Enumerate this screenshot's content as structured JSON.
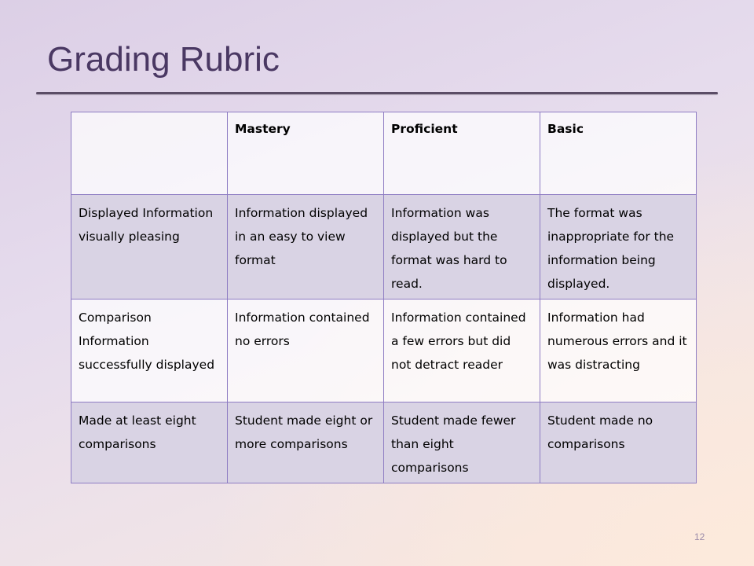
{
  "slide": {
    "title": "Grading Rubric",
    "page_number": "12"
  },
  "rubric": {
    "headers": [
      "",
      "Mastery",
      "Proficient",
      "Basic"
    ],
    "rows": [
      {
        "criterion": "Displayed Information visually pleasing",
        "mastery": "Information displayed in an easy to view format",
        "proficient": "Information was displayed but the format was hard to read.",
        "basic": "The format was inappropriate for the information being displayed."
      },
      {
        "criterion": "Comparison Information successfully displayed",
        "mastery": "Information contained no errors",
        "proficient": "Information contained a few errors but did not detract reader",
        "basic": "Information had numerous errors and it was distracting"
      },
      {
        "criterion": "Made at least eight comparisons",
        "mastery": "Student made eight or more comparisons",
        "proficient": "Student made fewer than eight comparisons",
        "basic": "Student made no comparisons"
      }
    ]
  },
  "colors": {
    "title": "#4a3863",
    "rule": "#5b4d66",
    "table_border": "#8e7cc3",
    "shaded_row": "#d9d3e4"
  }
}
